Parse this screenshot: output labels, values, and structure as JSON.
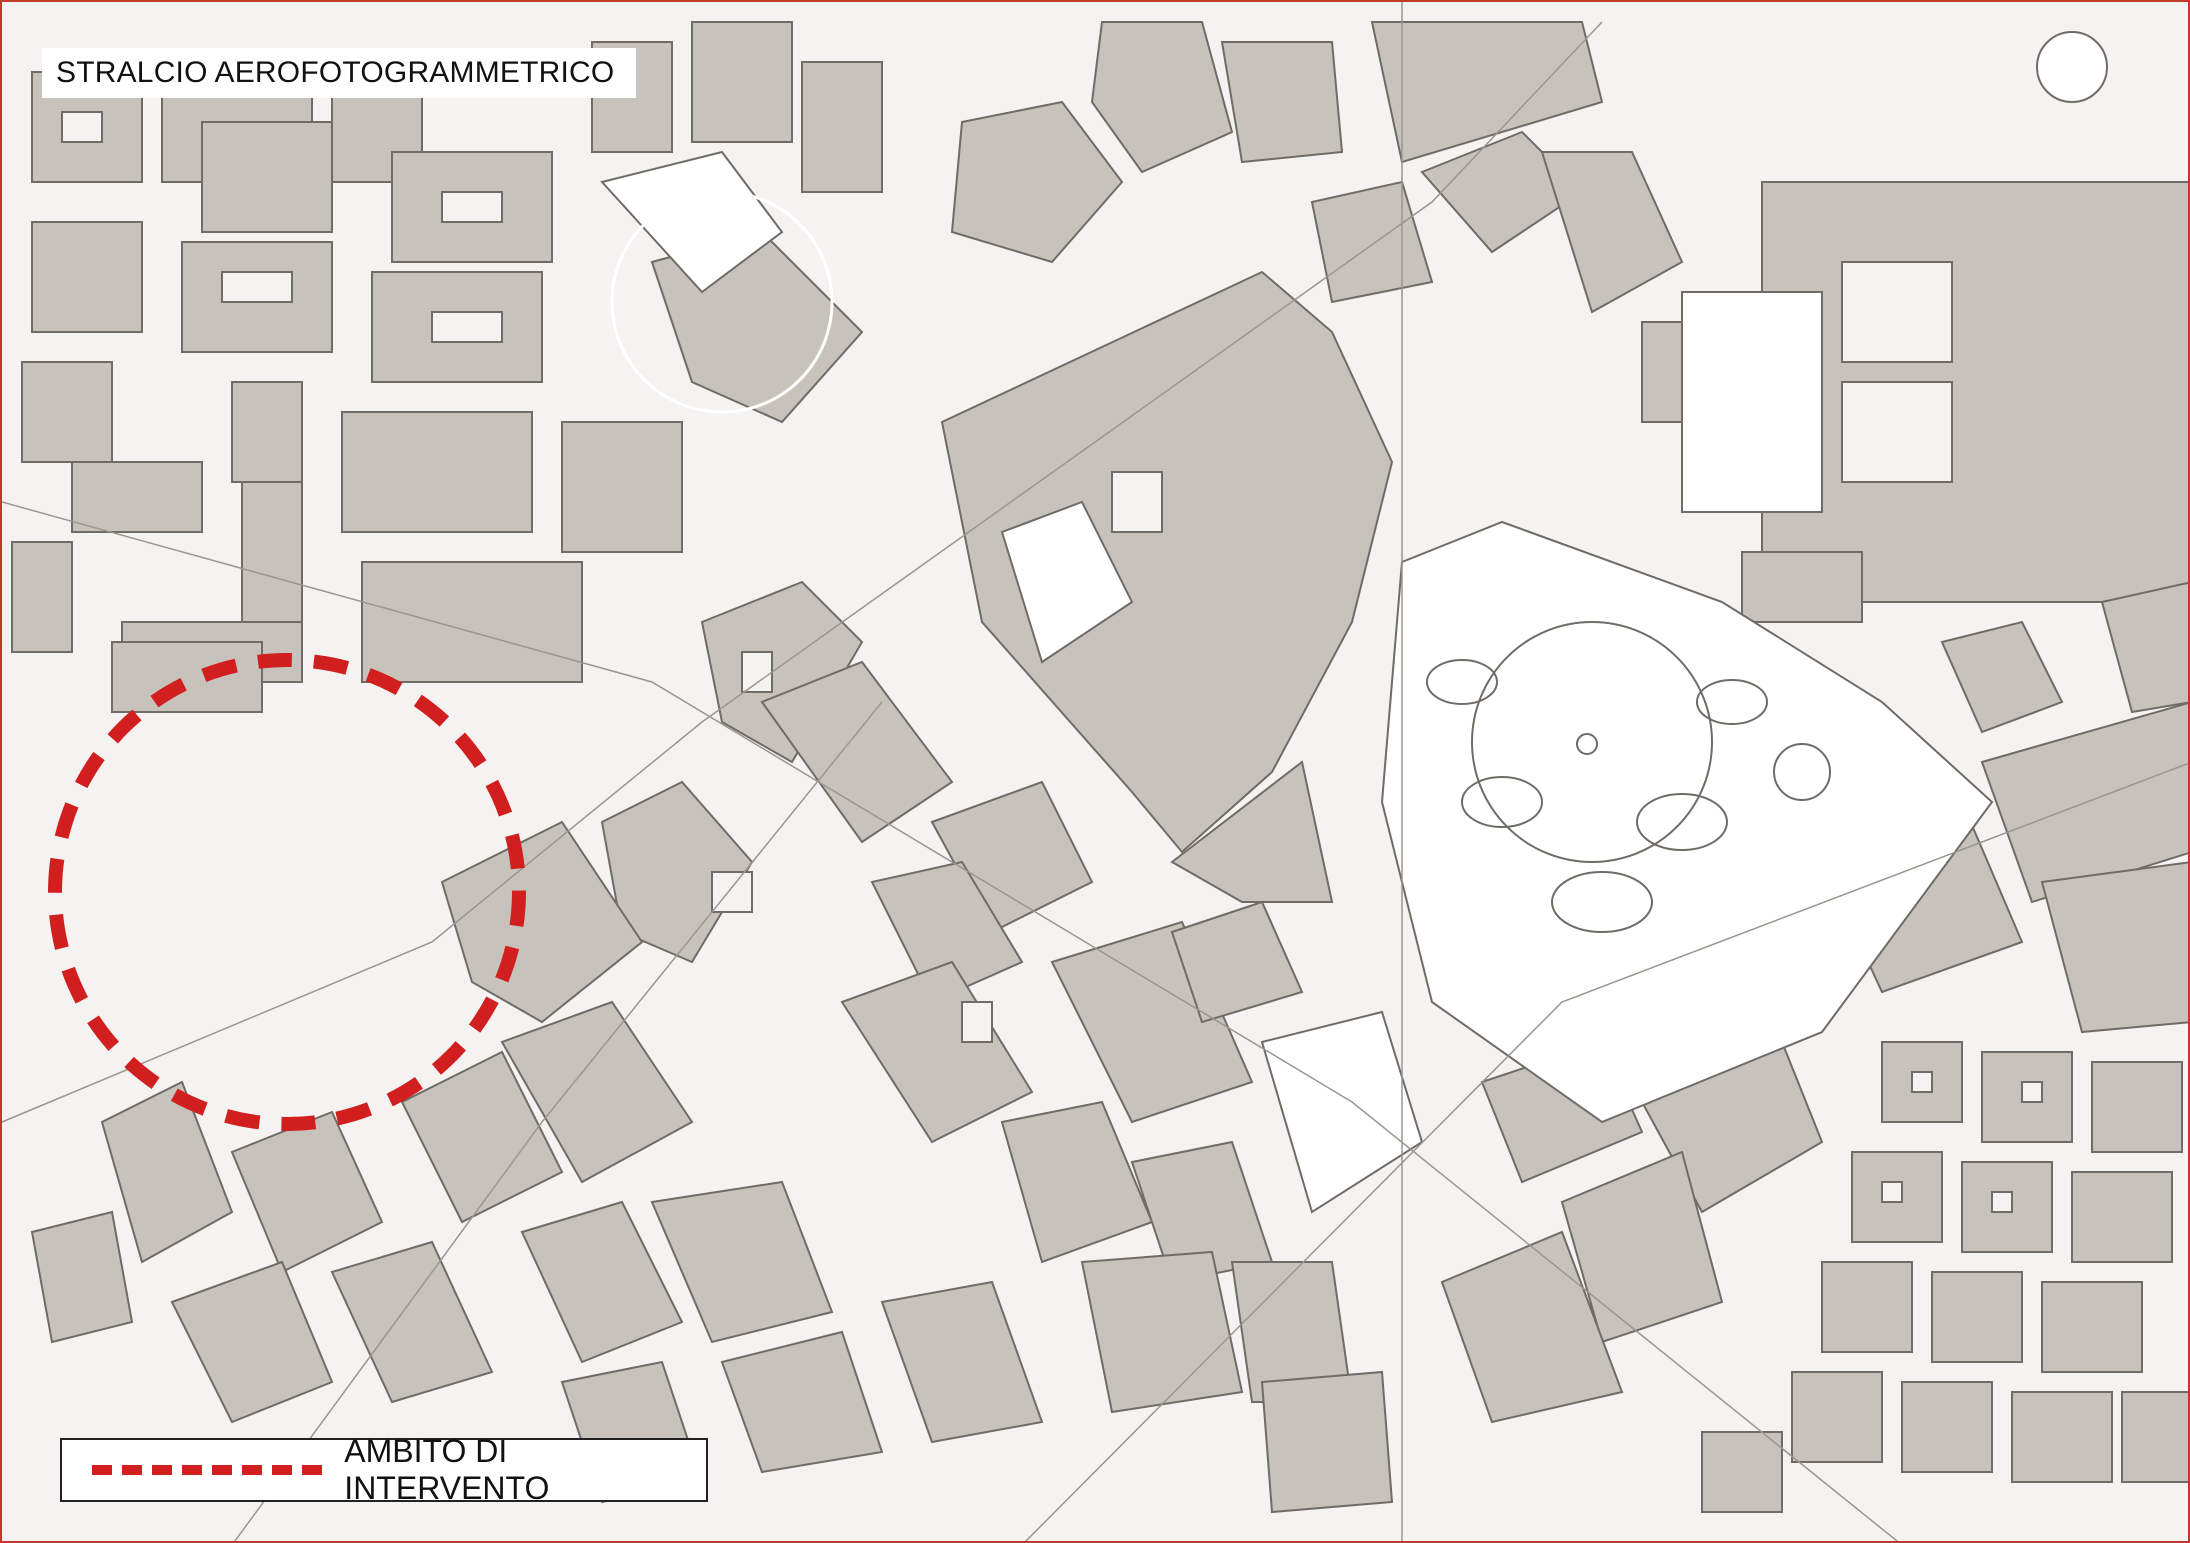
{
  "map": {
    "title": "STRALCIO AEROFOTOGRAMMETRICO",
    "legend": {
      "label": "AMBITO DI INTERVENTO",
      "line_style": "dashed",
      "line_color": "#d11f1f"
    },
    "colors": {
      "frame": "#c0392b",
      "road": "#f4f3f1",
      "block": "#c7c2bb",
      "park": "#ffffff",
      "outline": "#555555",
      "highlight": "#d11f1f"
    }
  }
}
